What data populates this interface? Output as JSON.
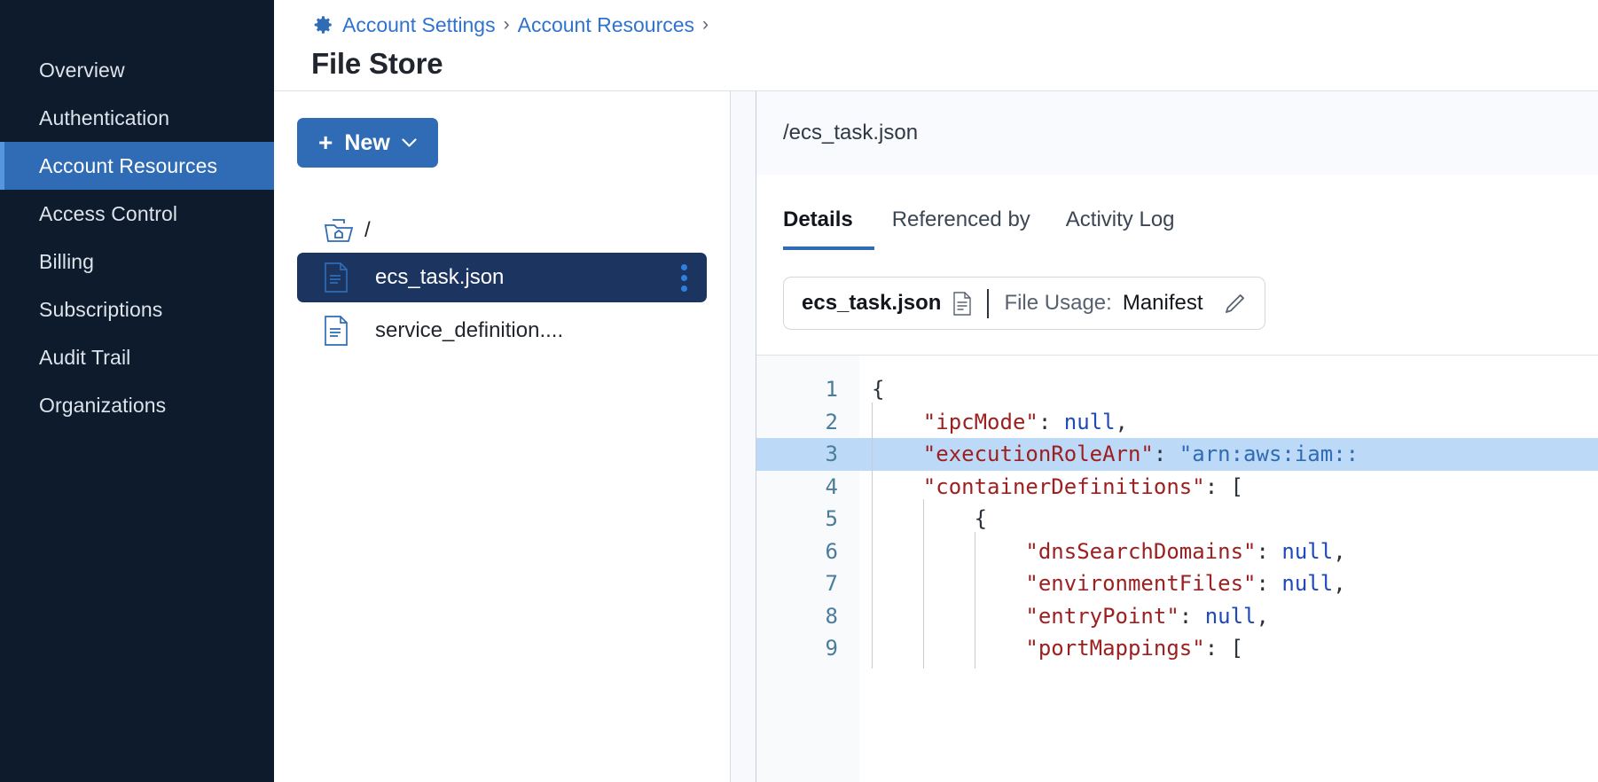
{
  "sidebar": {
    "items": [
      {
        "label": "Overview",
        "active": false
      },
      {
        "label": "Authentication",
        "active": false
      },
      {
        "label": "Account Resources",
        "active": true
      },
      {
        "label": "Access Control",
        "active": false
      },
      {
        "label": "Billing",
        "active": false
      },
      {
        "label": "Subscriptions",
        "active": false
      },
      {
        "label": "Audit Trail",
        "active": false
      },
      {
        "label": "Organizations",
        "active": false
      }
    ],
    "bg_color": "#0d1b2d",
    "active_color": "#2f6cb5"
  },
  "header": {
    "gear_icon": "gear-icon",
    "breadcrumb": [
      {
        "label": "Account Settings"
      },
      {
        "label": "Account Resources"
      }
    ],
    "separator": "›",
    "title": "File Store",
    "link_color": "#2f72cf"
  },
  "tree_panel": {
    "new_button": {
      "plus": "+",
      "label": "New",
      "chevron": "chevron-down-icon"
    },
    "root": {
      "icon": "folder-home-icon",
      "label": "/"
    },
    "files": [
      {
        "name": "ecs_task.json",
        "icon": "json-file-icon",
        "selected": true,
        "menu": "kebab-menu-icon"
      },
      {
        "name": "service_definition....",
        "icon": "json-file-icon",
        "selected": false
      }
    ]
  },
  "detail": {
    "path": "/ecs_task.json",
    "tabs": [
      {
        "label": "Details",
        "active": true
      },
      {
        "label": "Referenced by",
        "active": false
      },
      {
        "label": "Activity Log",
        "active": false
      }
    ],
    "usage_card": {
      "file_name": "ecs_task.json",
      "file_icon": "document-icon",
      "usage_label": "File Usage:",
      "usage_value": "Manifest",
      "edit_icon": "pencil-icon"
    },
    "editor": {
      "highlighted_line": 3,
      "line_numbers": [
        1,
        2,
        3,
        4,
        5,
        6,
        7,
        8,
        9
      ],
      "lines": [
        {
          "n": 1,
          "indent": 0,
          "tokens": [
            {
              "t": "pun",
              "v": "{"
            }
          ]
        },
        {
          "n": 2,
          "indent": 1,
          "tokens": [
            {
              "t": "key",
              "v": "\"ipcMode\""
            },
            {
              "t": "pun",
              "v": ":"
            },
            {
              "t": "sp",
              "v": " "
            },
            {
              "t": "null",
              "v": "null"
            },
            {
              "t": "pun",
              "v": ","
            }
          ]
        },
        {
          "n": 3,
          "indent": 1,
          "tokens": [
            {
              "t": "key",
              "v": "\"executionRoleArn\""
            },
            {
              "t": "pun",
              "v": ":"
            },
            {
              "t": "sp",
              "v": " "
            },
            {
              "t": "str",
              "v": "\"arn:aws:iam::"
            }
          ]
        },
        {
          "n": 4,
          "indent": 1,
          "tokens": [
            {
              "t": "key",
              "v": "\"containerDefinitions\""
            },
            {
              "t": "pun",
              "v": ":"
            },
            {
              "t": "sp",
              "v": " "
            },
            {
              "t": "pun",
              "v": "["
            }
          ]
        },
        {
          "n": 5,
          "indent": 2,
          "tokens": [
            {
              "t": "pun",
              "v": "{"
            }
          ]
        },
        {
          "n": 6,
          "indent": 3,
          "tokens": [
            {
              "t": "key",
              "v": "\"dnsSearchDomains\""
            },
            {
              "t": "pun",
              "v": ":"
            },
            {
              "t": "sp",
              "v": " "
            },
            {
              "t": "null",
              "v": "null"
            },
            {
              "t": "pun",
              "v": ","
            }
          ]
        },
        {
          "n": 7,
          "indent": 3,
          "tokens": [
            {
              "t": "key",
              "v": "\"environmentFiles\""
            },
            {
              "t": "pun",
              "v": ":"
            },
            {
              "t": "sp",
              "v": " "
            },
            {
              "t": "null",
              "v": "null"
            },
            {
              "t": "pun",
              "v": ","
            }
          ]
        },
        {
          "n": 8,
          "indent": 3,
          "tokens": [
            {
              "t": "key",
              "v": "\"entryPoint\""
            },
            {
              "t": "pun",
              "v": ":"
            },
            {
              "t": "sp",
              "v": " "
            },
            {
              "t": "null",
              "v": "null"
            },
            {
              "t": "pun",
              "v": ","
            }
          ]
        },
        {
          "n": 9,
          "indent": 3,
          "tokens": [
            {
              "t": "key",
              "v": "\"portMappings\""
            },
            {
              "t": "pun",
              "v": ":"
            },
            {
              "t": "sp",
              "v": " "
            },
            {
              "t": "pun",
              "v": "["
            }
          ]
        }
      ]
    }
  }
}
